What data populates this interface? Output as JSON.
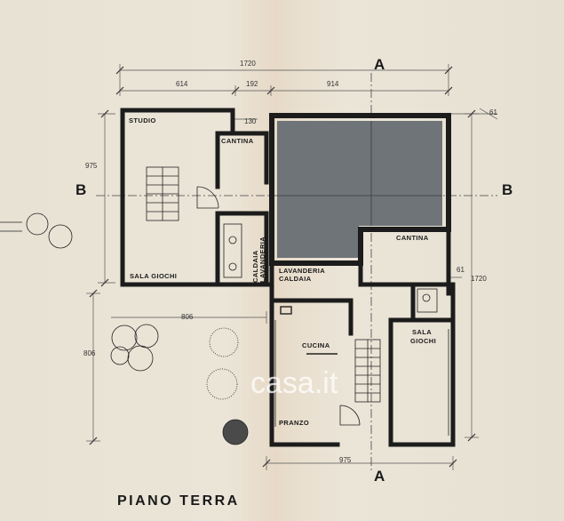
{
  "plan": {
    "title": "PIANO TERRA",
    "sections": {
      "a_top": "A",
      "a_bottom": "A",
      "b_left": "B",
      "b_right": "B"
    },
    "dimensions": {
      "total_width": "1720",
      "seg_1": "614",
      "seg_2": "192",
      "seg_3": "914",
      "right_small": "61",
      "total_height": "1720",
      "left_height": "975",
      "cantina_gap": "130",
      "right_mid": "61",
      "mid_width": "806",
      "lower_height": "806",
      "bottom_width": "975"
    },
    "rooms": {
      "studio": "STUDIO",
      "cantina_1": "CANTINA",
      "caldaia_lavanderia_1": "CALDAIA",
      "caldaia_lavanderia_2": "LAVANDERIA",
      "sala_giochi_1": "SALA GIOCHI",
      "lavanderia_caldaia_1": "LAVANDERIA",
      "lavanderia_caldaia_2": "CALDAIA",
      "cantina_2": "CANTINA",
      "sala_giochi_2a": "SALA",
      "sala_giochi_2b": "GIOCHI",
      "cucina": "CUCINA",
      "pranzo": "PRANZO"
    },
    "watermark": "casa.it",
    "colors": {
      "wall": "#1c1c1c",
      "slab": "#6f7478",
      "paper": "#e9e3d6"
    }
  }
}
